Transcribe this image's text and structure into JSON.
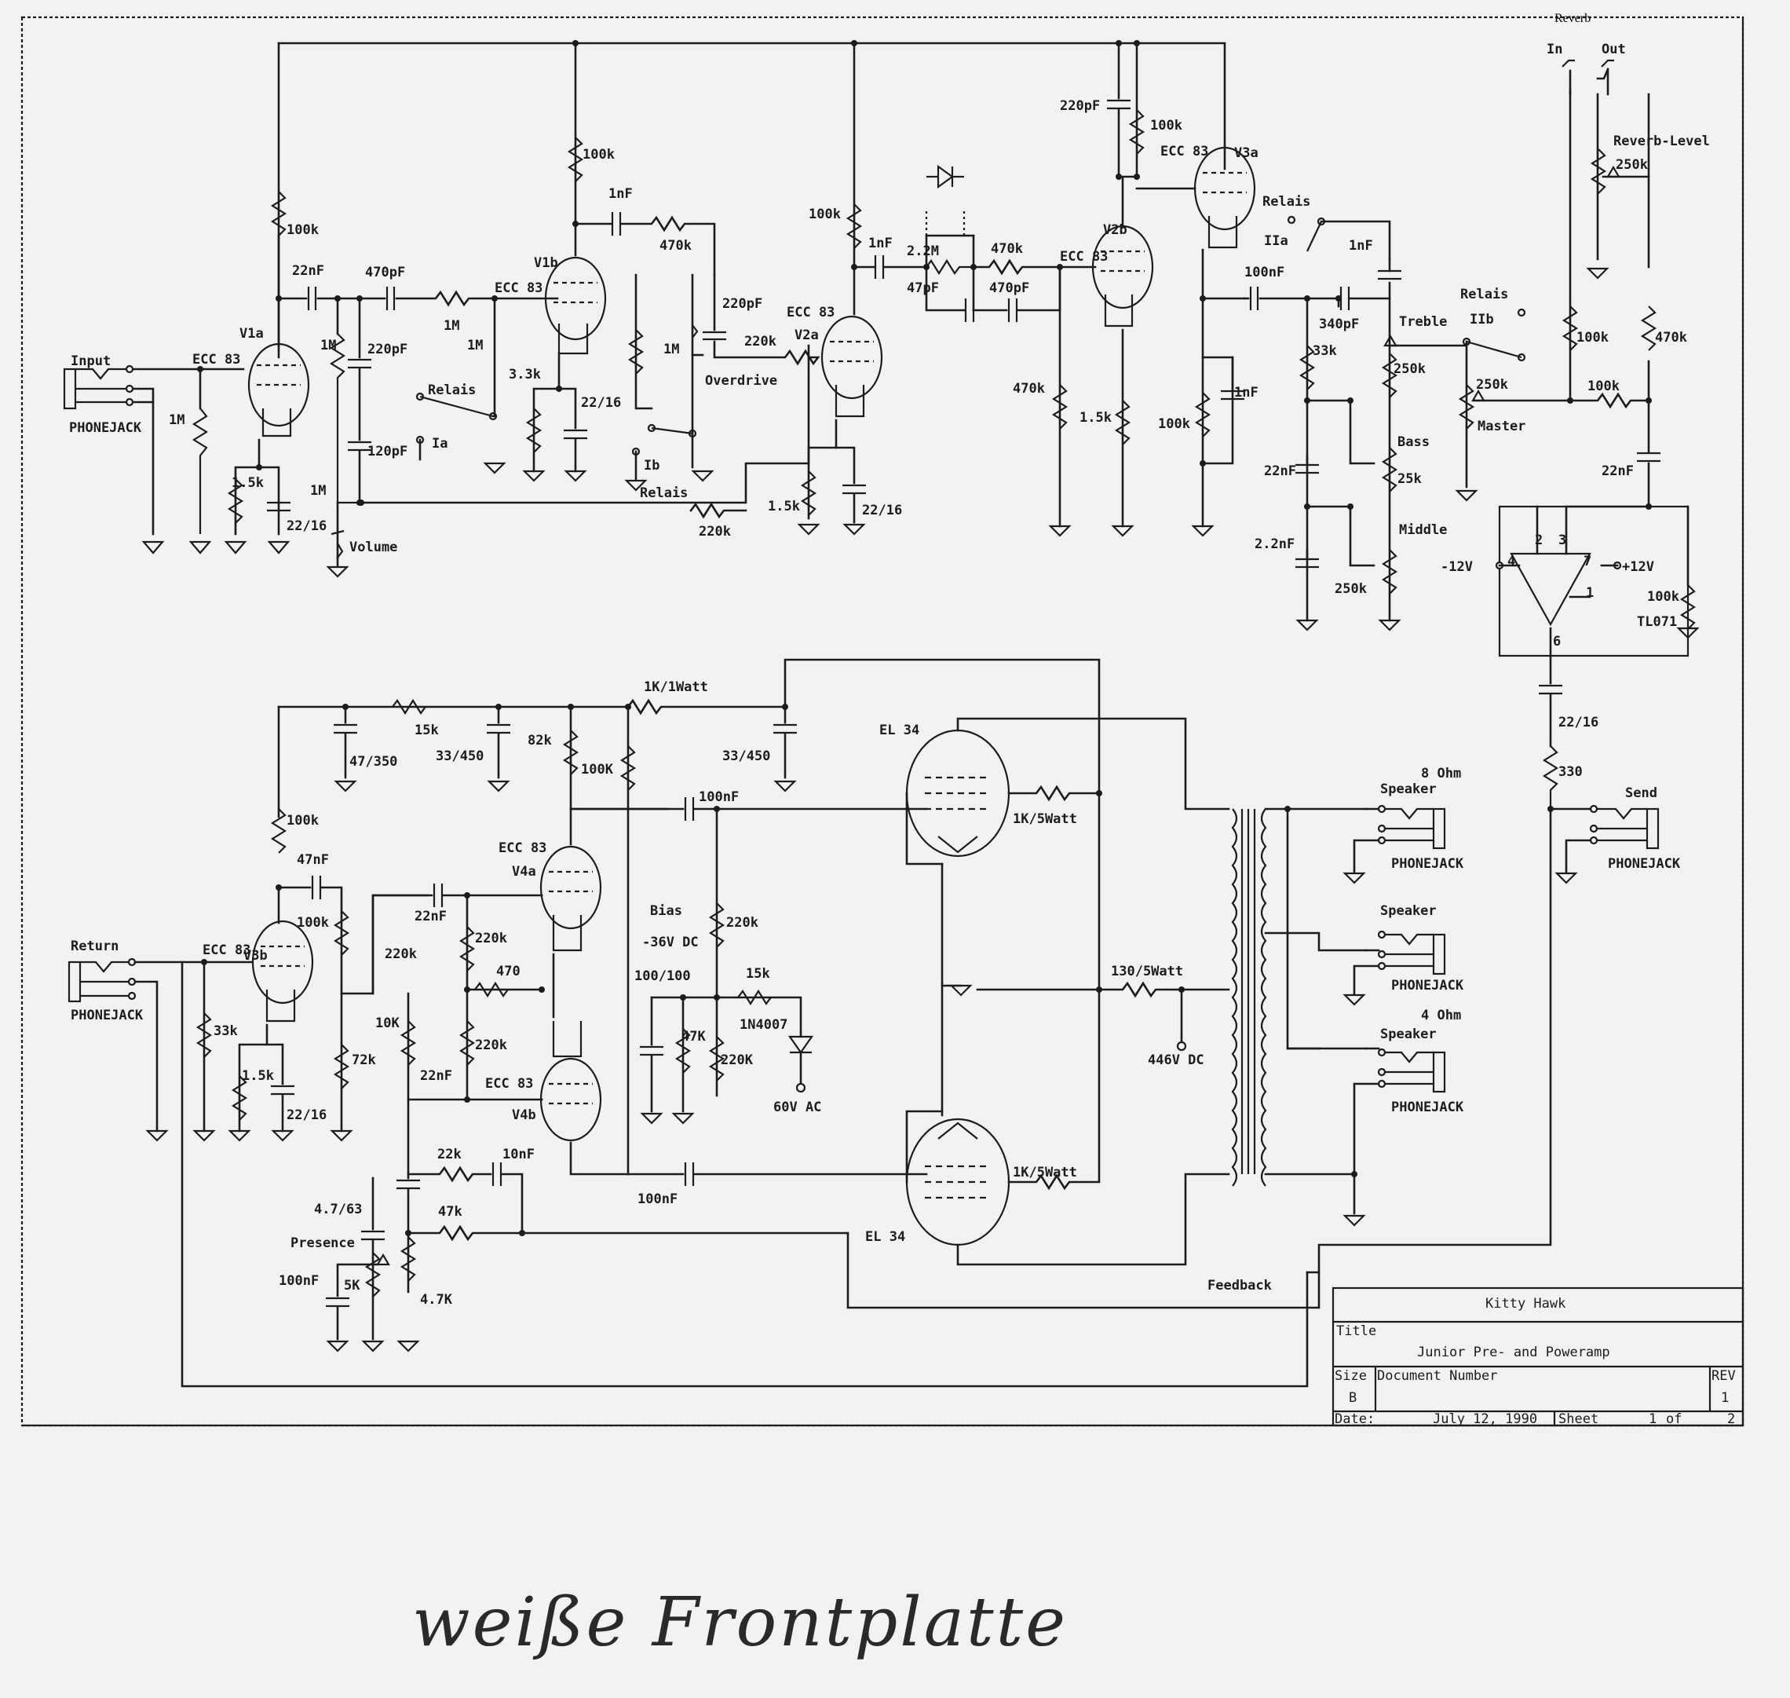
{
  "title_block": {
    "company": "Kitty Hawk",
    "title_label": "Title",
    "title": "Junior   Pre- and Poweramp",
    "size_label": "Size",
    "size": "B",
    "docnum_label": "Document Number",
    "rev_label": "REV",
    "rev": "1",
    "date_label": "Date:",
    "date": "July 12, 1990",
    "sheet_label": "Sheet",
    "sheet": "1",
    "of_label": "of",
    "total": "2"
  },
  "handwritten_note": "weiße Frontplatte",
  "labels": {
    "input": "Input",
    "phonejack": "PHONEJACK",
    "ecc83": "ECC 83",
    "v1a": "V1a",
    "v1b": "V1b",
    "v2a": "V2a",
    "v2b": "V2b",
    "v3a": "V3a",
    "v3b": "V3b",
    "v4a": "V4a",
    "v4b": "V4b",
    "r100k": "100k",
    "r1m": "1M",
    "r15k": "1.5k",
    "r33k_cath": "3.3k",
    "r470k": "470k",
    "r220k": "220k",
    "r22m": "2.2M",
    "c22nf": "22nF",
    "c470pf": "470pF",
    "c220pf": "220pF",
    "c120pf": "120pF",
    "c1nf": "1nF",
    "c47pf": "47pF",
    "c100nf": "100nF",
    "c340pf": "340pF",
    "c22_16": "22/16",
    "c22nf_b": "22nF",
    "c22nf_t": "2.2nF",
    "relais": "Relais",
    "ia": "Ia",
    "ib": "Ib",
    "iia": "IIa",
    "iib": "IIb",
    "volume": "Volume",
    "overdrive": "Overdrive",
    "treble": "Treble",
    "bass": "Bass",
    "middle": "Middle",
    "master": "Master",
    "r250k": "250k",
    "r25k": "25k",
    "r33k": "33k",
    "reverb": "Reverb",
    "rev_in": "In",
    "rev_out": "Out",
    "reverb_level": "Reverb-Level",
    "opamp_m12": "-12V",
    "opamp_p12": "+12V",
    "tl071": "TL071",
    "pin2": "2",
    "pin3": "3",
    "pin4": "4",
    "pin7": "7",
    "pin1": "1",
    "pin6": "6",
    "r330": "330",
    "send": "Send",
    "c22_16b": "22/16",
    "speaker": "Speaker",
    "ohm8": "8 Ohm",
    "ohm4": "4 Ohm",
    "el34": "EL 34",
    "r1k5w": "1K/5Watt",
    "r1k1w": "1K/1Watt",
    "r15k_p": "15k",
    "r82k": "82k",
    "r100K": "100K",
    "c47_350": "47/350",
    "c33_450": "33/450",
    "bias": "Bias",
    "bias_v": "-36V DC",
    "c100_100": "100/100",
    "r47k": "47K",
    "r220K": "220K",
    "d1n4007": "1N4007",
    "ac60": "60V AC",
    "r130": "130/5Watt",
    "v446": "446V DC",
    "feedback": "Feedback",
    "return": "Return",
    "c47nf": "47nF",
    "r72k": "72k",
    "r10k": "10K",
    "r470": "470",
    "c10nf": "10nF",
    "r22k": "22k",
    "r47k_l": "47k",
    "c47_63": "4.7/63",
    "presence": "Presence",
    "r5k": "5K",
    "r4k7": "4.7K",
    "i_label": "1",
    "plus": "+",
    "minus": "-"
  }
}
